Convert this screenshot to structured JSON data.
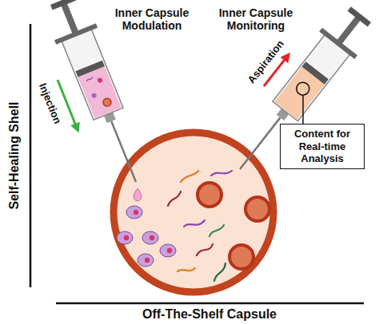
{
  "diagram": {
    "nodes": [
      {
        "text": [
          "Content for Real-time Analysis"
        ]
      }
    ],
    "labels": [
      "Inner Capsule Modulation",
      "Inner Capsule Monitoring",
      "Injection",
      "Aspiration",
      "Self-Healing Shell",
      "Off-The-Shelf Capsule"
    ]
  }
}
